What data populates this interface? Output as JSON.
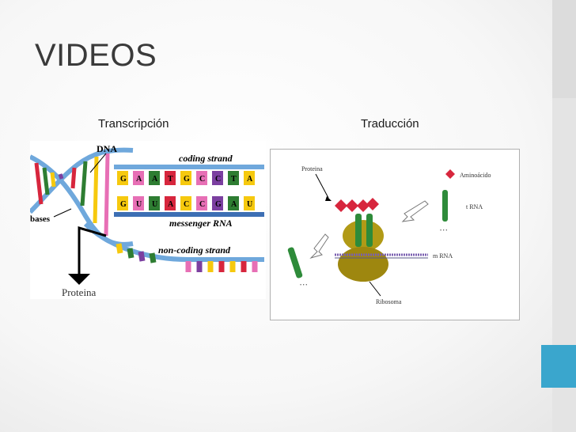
{
  "slide": {
    "title": "VIDEOS",
    "left_caption": "Transcripción",
    "right_caption": "Traducción"
  },
  "transcription_figure": {
    "dna_label": "DNA",
    "bases_label": "bases",
    "coding_strand_label": "coding strand",
    "messenger_rna_label": "messenger RNA",
    "non_coding_strand_label": "non-coding strand",
    "protein_label": "Proteina",
    "coding_bases": [
      "G",
      "A",
      "A",
      "T",
      "G",
      "C",
      "C",
      "T",
      "A"
    ],
    "mrna_bases": [
      "G",
      "U",
      "U",
      "A",
      "C",
      "C",
      "G",
      "A",
      "U"
    ]
  },
  "translation_figure": {
    "protein_label": "Proteina",
    "amino_acid_label": "Aminoácido",
    "trna_label": "t RNA",
    "mrna_label": "m RNA",
    "ribosome_label": "Ribosoma"
  },
  "colors": {
    "blue_accent": "#3aa6cd",
    "title_text": "#3a3a3a"
  }
}
